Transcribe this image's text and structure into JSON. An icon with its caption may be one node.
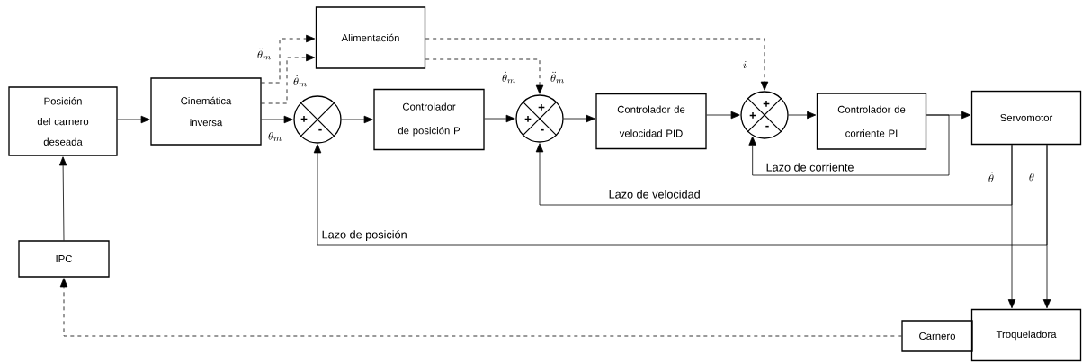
{
  "diagram": {
    "nodes": [
      {
        "text": [
          "Posición del carnero deseada"
        ]
      },
      {
        "text": [
          "Cinemática inversa"
        ]
      },
      {
        "text": [
          "Alimentación"
        ]
      },
      {
        "text": [
          "+",
          "-"
        ]
      },
      {
        "text": [
          "Controlador de posición P"
        ]
      },
      {
        "text": [
          "+",
          "+",
          "-"
        ]
      },
      {
        "text": [
          "Controlador de velocidad PID"
        ]
      },
      {
        "text": [
          "+",
          "+",
          "-"
        ]
      },
      {
        "text": [
          "Controlador de corriente PI"
        ]
      },
      {
        "text": [
          "Servomotor"
        ]
      },
      {
        "text": [
          "IPC"
        ]
      },
      {
        "text": [
          "Troqueladora"
        ]
      },
      {
        "text": [
          "Carnero"
        ]
      }
    ],
    "edges": [
      {
        "from": 0,
        "to": 1,
        "arrow": "to"
      },
      {
        "from": 1,
        "to": 3,
        "arrow": "to",
        "label": "\\theta_m"
      },
      {
        "from": 1,
        "to": 2,
        "arrow": "to",
        "style": "dashed",
        "label": "\\ddot{\\theta}_m"
      },
      {
        "from": 1,
        "to": 2,
        "arrow": "to",
        "style": "dashed",
        "label": "\\dot{\\theta}_m"
      },
      {
        "from": 2,
        "to": 5,
        "arrow": "to",
        "style": "dashed",
        "label": "\\dot{\\theta}_m"
      },
      {
        "from": 2,
        "to": 7,
        "arrow": "to",
        "style": "dashed",
        "label": "i"
      },
      {
        "from": 3,
        "to": 4,
        "arrow": "to"
      },
      {
        "from": 4,
        "to": 5,
        "arrow": "to"
      },
      {
        "from": 5,
        "to": 6,
        "arrow": "to"
      },
      {
        "from": 6,
        "to": 7,
        "arrow": "to"
      },
      {
        "from": 7,
        "to": 8,
        "arrow": "to"
      },
      {
        "from": 8,
        "to": 9,
        "arrow": "to"
      },
      {
        "from": 8,
        "to": 7,
        "arrow": "to",
        "label": "Lazo de corriente"
      },
      {
        "from": 9,
        "to": 5,
        "arrow": "to",
        "label": "Lazo de velocidad"
      },
      {
        "from": 9,
        "to": 3,
        "arrow": "to",
        "label": "Lazo de posición"
      },
      {
        "from": 9,
        "to": 11,
        "arrow": "to",
        "label": "\\dot{\\theta}"
      },
      {
        "from": 9,
        "to": 11,
        "arrow": "to",
        "label": "\\theta"
      },
      {
        "from": 12,
        "to": 10,
        "arrow": "to",
        "style": "dashed"
      },
      {
        "from": 10,
        "to": 0,
        "arrow": "to"
      }
    ],
    "labels": [
      "\\ddot{\\theta}_m"
    ]
  }
}
